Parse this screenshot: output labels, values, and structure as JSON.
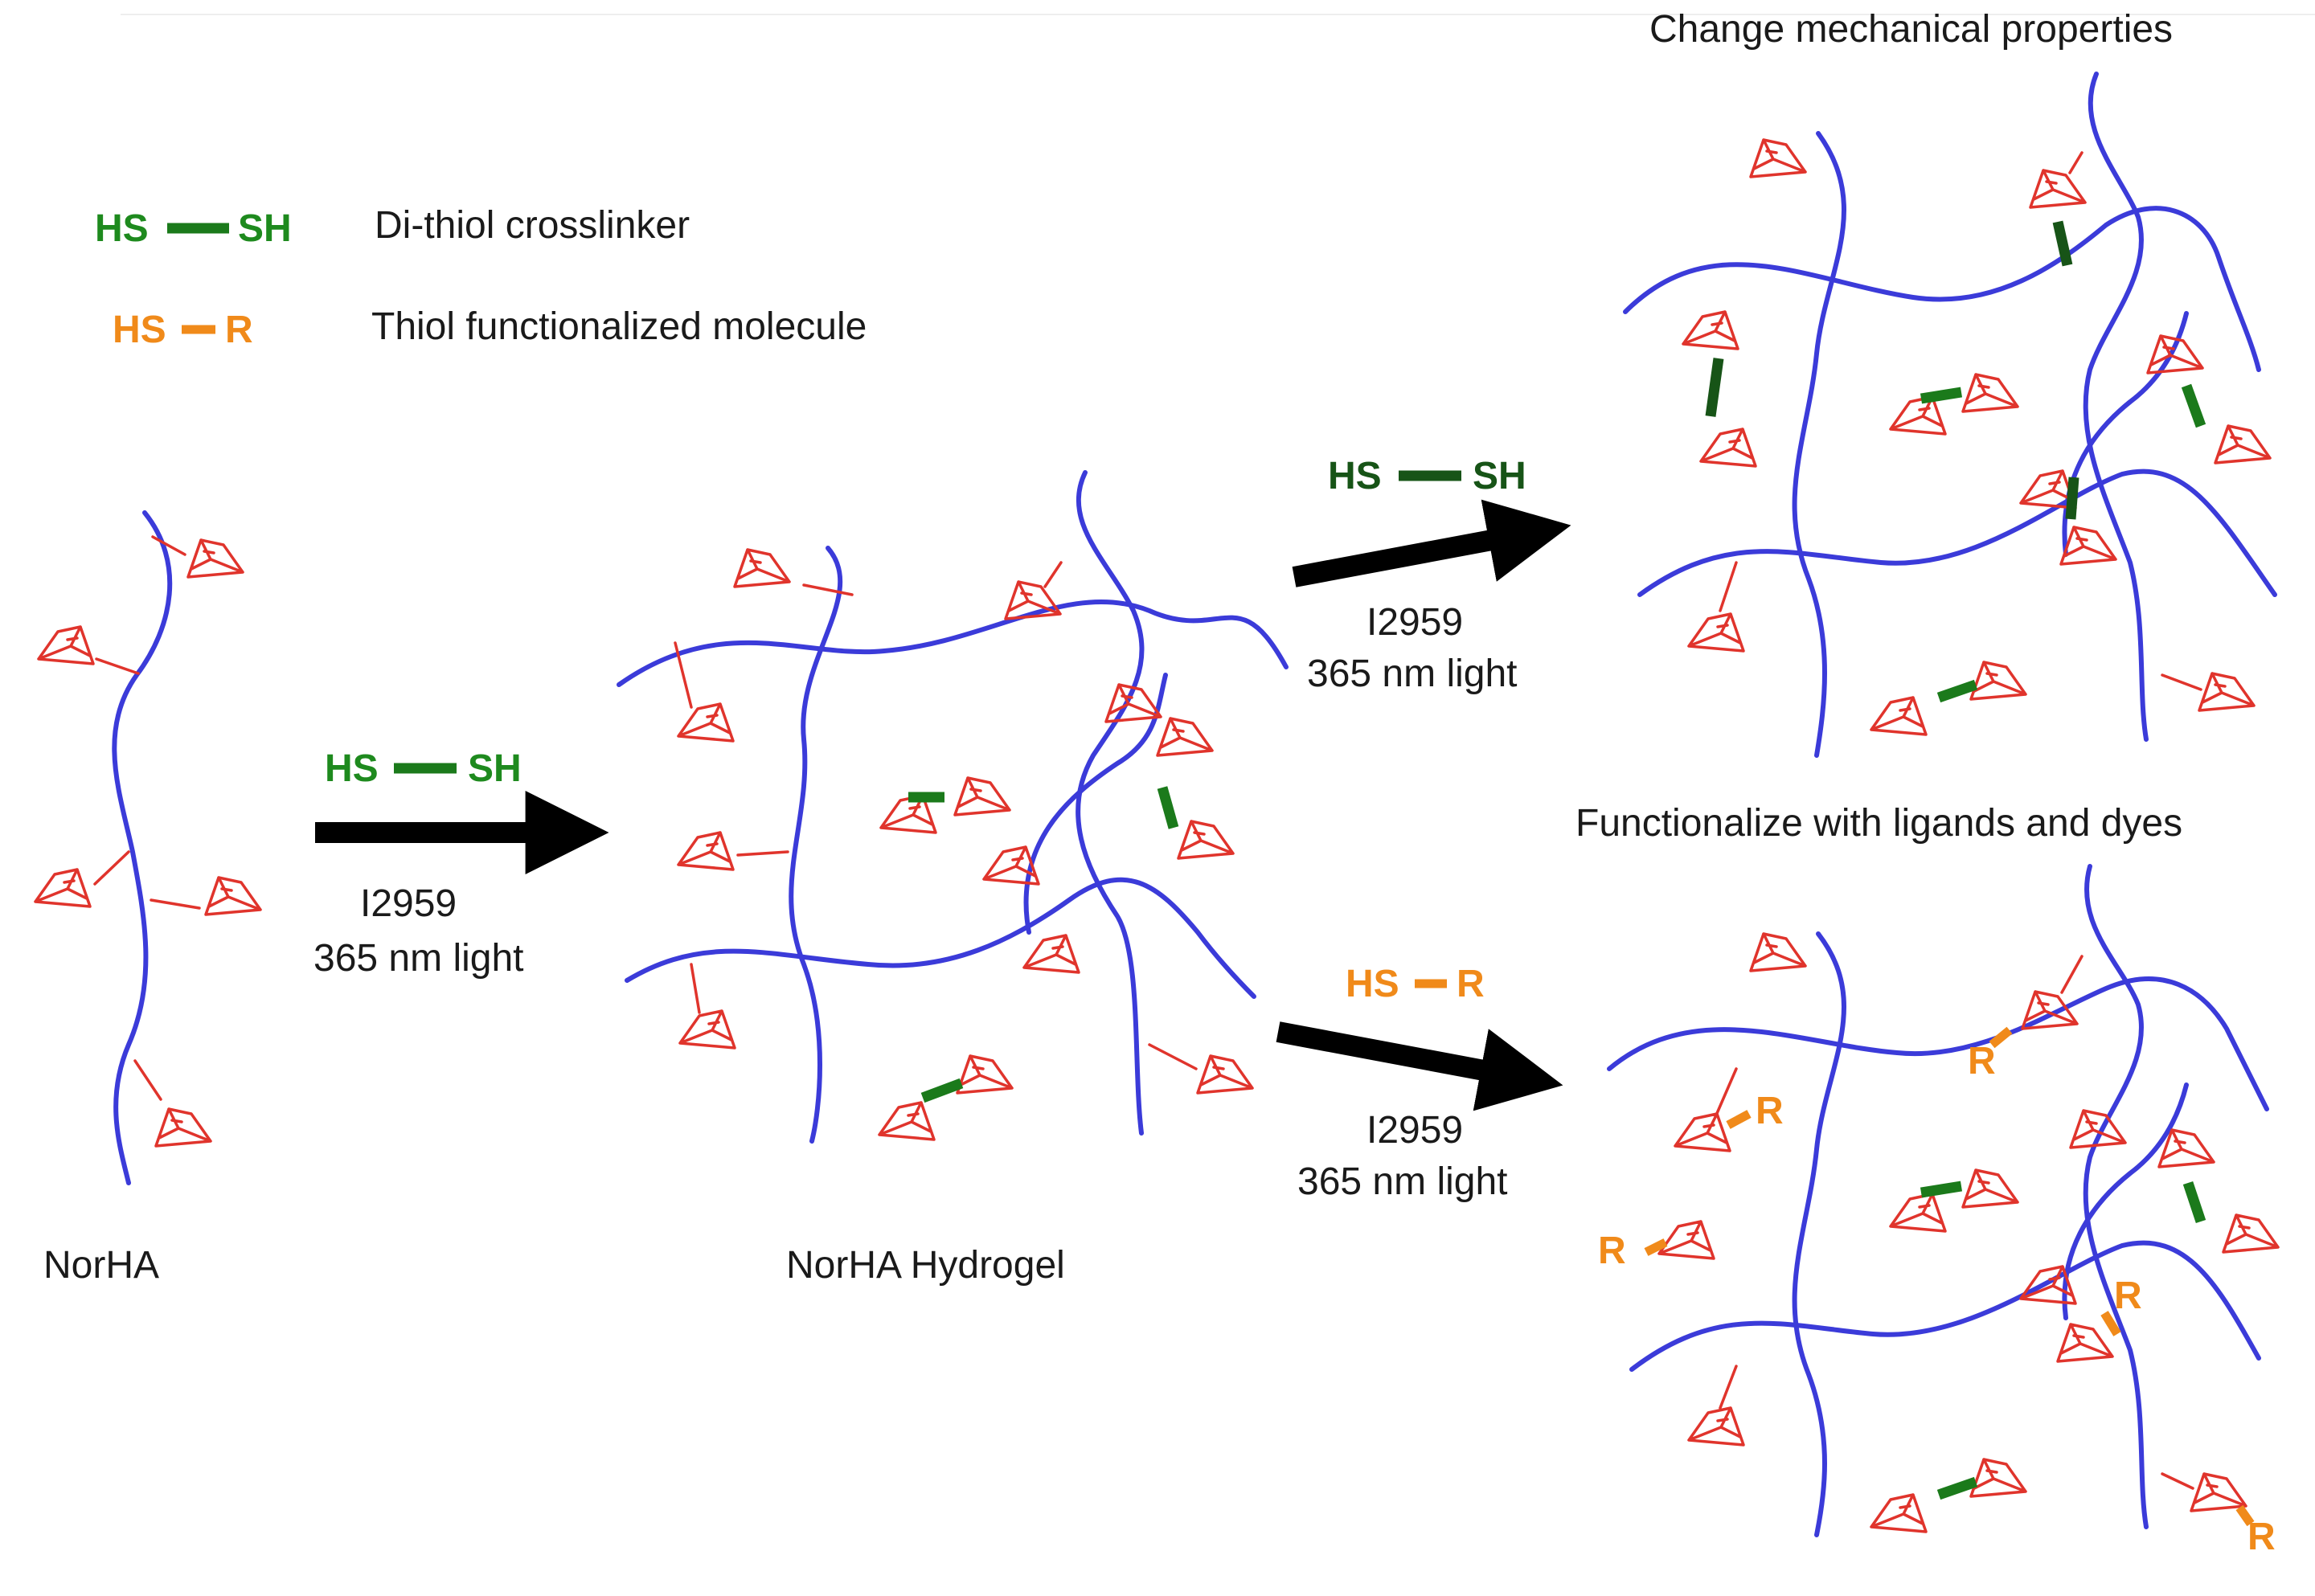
{
  "legend": {
    "crosslinker": {
      "left": "HS",
      "right": "SH",
      "label": "Di-thiol crosslinker"
    },
    "thiol_molecule": {
      "left": "HS",
      "right": "R",
      "label": "Thiol functionalized molecule"
    }
  },
  "step1": {
    "reagent_left": "HS",
    "reagent_right": "SH",
    "conditions": [
      "I2959",
      "365 nm light"
    ]
  },
  "step2_top": {
    "reagent_left": "HS",
    "reagent_right": "SH",
    "conditions": [
      "I2959",
      "365 nm light"
    ]
  },
  "step2_bottom": {
    "reagent_left": "HS",
    "reagent_right": "R",
    "conditions": [
      "I2959",
      "365 nm light"
    ]
  },
  "labels": {
    "norha": "NorHA",
    "hydrogel": "NorHA Hydrogel",
    "top_outcome": "Change mechanical properties",
    "bottom_outcome": "Functionalize with ligands and dyes",
    "r_group": "R"
  },
  "colors": {
    "polymer_chain": "#3b3bd9",
    "norbornene": "#e0342c",
    "crosslink": "#1b7a1b",
    "crosslink_dark": "#175417",
    "functional_group": "#f08a1a",
    "arrow": "#000000"
  }
}
